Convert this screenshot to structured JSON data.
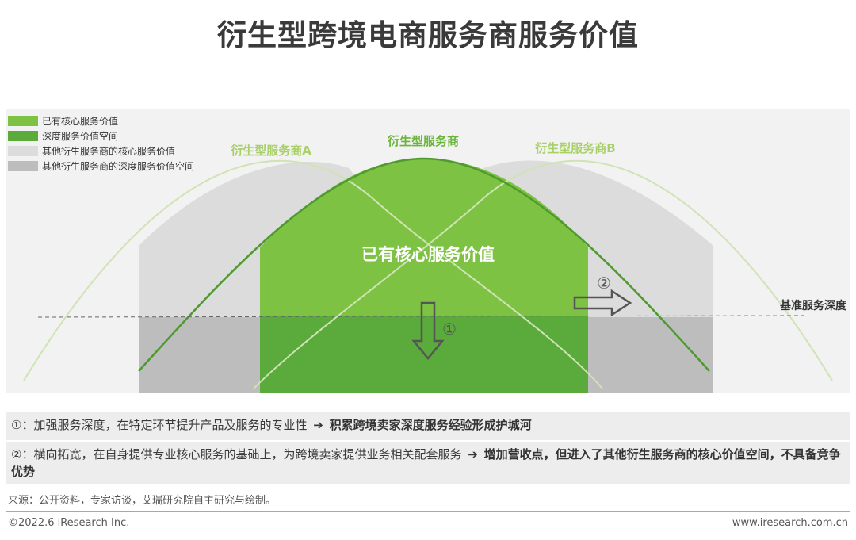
{
  "title": "衍生型跨境电商服务商服务价值",
  "legend": [
    {
      "label": "已有核心服务价值",
      "color": "#7dc242"
    },
    {
      "label": "深度服务价值空间",
      "color": "#5aaa3c"
    },
    {
      "label": "其他衍生服务商的核心服务价值",
      "color": "#dcdcdc"
    },
    {
      "label": "其他衍生服务商的深度服务价值空间",
      "color": "#bdbdbd"
    }
  ],
  "diagram": {
    "provider_a": "衍生型服务商A",
    "provider_main": "衍生型服务商",
    "provider_b": "衍生型服务商B",
    "core_value_label": "已有核心服务价值",
    "baseline_label": "基准服务深度",
    "marker_1": "①",
    "marker_2": "②"
  },
  "colors": {
    "green_main": "#7dc242",
    "green_deep": "#5aaa3c",
    "green_curve": "#4e9a2e",
    "gray_light": "#dcdcdc",
    "gray_dark": "#bdbdbd",
    "title": "#3a3a3a"
  },
  "notes": {
    "note1_prefix": "①：",
    "note1_text": "加强服务深度，在特定环节提升产品及服务的专业性",
    "note1_arrow": "➔",
    "note1_result": "积累跨境卖家深度服务经验形成护城河",
    "note2_prefix": "②：",
    "note2_text": "横向拓宽，在自身提供专业核心服务的基础上，为跨境卖家提供业务相关配套服务",
    "note2_arrow": "➔",
    "note2_result": "增加营收点，但进入了其他衍生服务商的核心价值空间，不具备竞争优势"
  },
  "source": "来源：公开资料，专家访谈，艾瑞研究院自主研究与绘制。",
  "copyright": "©2022.6 iResearch Inc.",
  "website": "www.iresearch.com.cn"
}
